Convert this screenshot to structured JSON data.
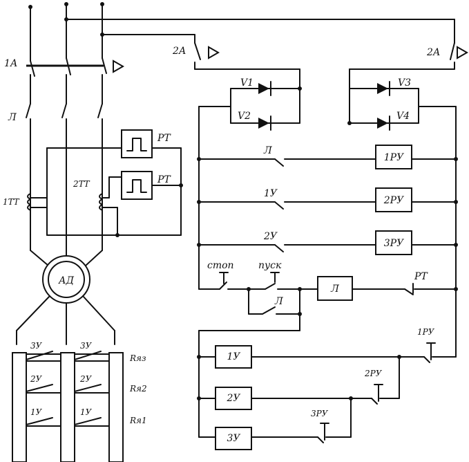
{
  "labels": {
    "breaker_1a": "1А",
    "breaker_2a_left": "2А",
    "breaker_2a_right": "2А",
    "contactor_l": "Л",
    "tt1": "1ТТ",
    "tt2": "2ТТ",
    "rt_top": "РТ",
    "rt_bottom": "РТ",
    "motor": "АД",
    "v1": "V1",
    "v2": "V2",
    "v3": "V3",
    "v4": "V4",
    "contact_l": "Л",
    "contact_1u": "1У",
    "contact_2u": "2У",
    "relay_1ru": "1РУ",
    "relay_2ru": "2РУ",
    "relay_3ru": "3РУ",
    "btn_stop": "стоп",
    "btn_start": "пуск",
    "hold_l": "Л",
    "coil_l": "Л",
    "contact_rt": "РТ",
    "contact_1ru": "1РУ",
    "contact_2ru": "2РУ",
    "contact_3ru": "3РУ",
    "coil_1u": "1У",
    "coil_2u": "2У",
    "coil_3u": "3У",
    "res_3u_a": "3У",
    "res_3u_b": "3У",
    "res_2u_a": "2У",
    "res_2u_b": "2У",
    "res_1u_a": "1У",
    "res_1u_b": "1У",
    "r_ya3": "Rяз",
    "r_ya2": "Rя2",
    "r_ya1": "Rя1"
  }
}
